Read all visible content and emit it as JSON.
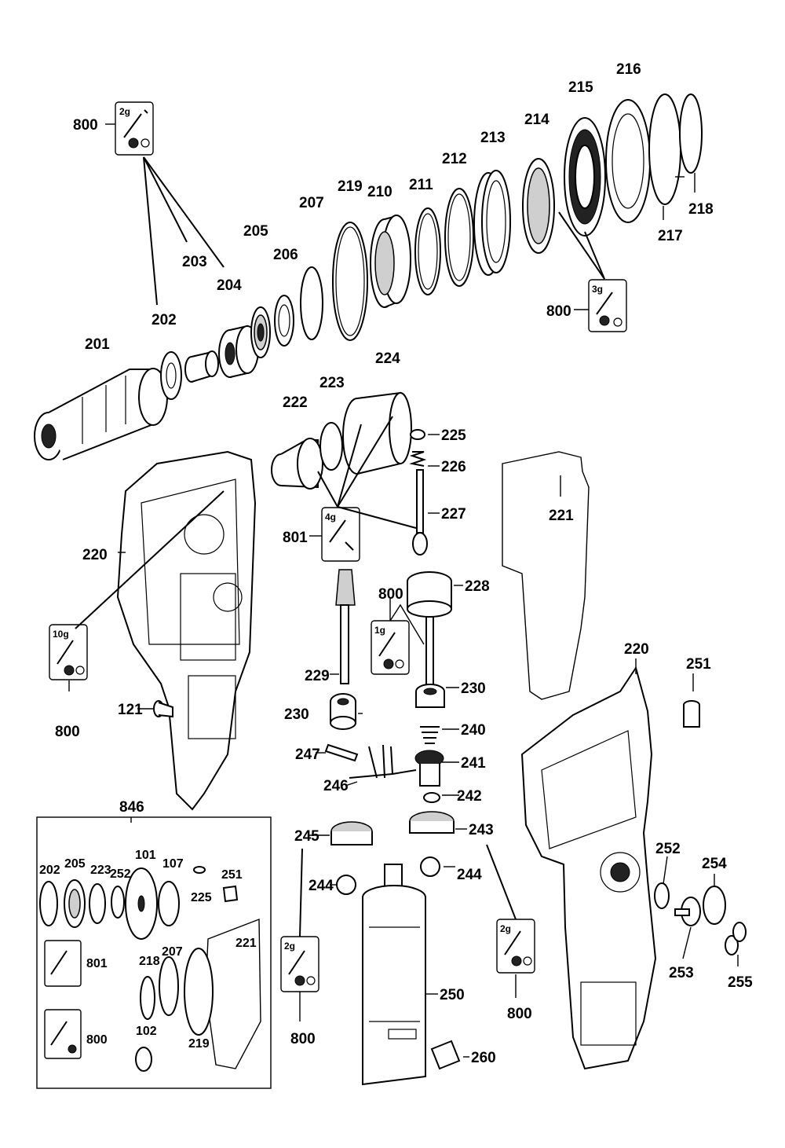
{
  "labels": {
    "l201": "201",
    "l202": "202",
    "l203": "203",
    "l204": "204",
    "l205": "205",
    "l206": "206",
    "l207": "207",
    "l219": "219",
    "l210": "210",
    "l211": "211",
    "l212": "212",
    "l213": "213",
    "l214": "214",
    "l215": "215",
    "l216": "216",
    "l217": "217",
    "l218": "218",
    "l800a": "800",
    "l800b": "800",
    "l800c": "800",
    "l800d": "800",
    "l800e": "800",
    "l800f": "800",
    "l801": "801",
    "l220a": "220",
    "l220b": "220",
    "l221": "221",
    "l222": "222",
    "l223": "223",
    "l224": "224",
    "l225": "225",
    "l226": "226",
    "l227": "227",
    "l228": "228",
    "l229": "229",
    "l230a": "230",
    "l230b": "230",
    "l121": "121",
    "l240": "240",
    "l241": "241",
    "l242": "242",
    "l243": "243",
    "l244a": "244",
    "l244b": "244",
    "l245": "245",
    "l246": "246",
    "l247": "247",
    "l250": "250",
    "l251": "251",
    "l252": "252",
    "l253": "253",
    "l254": "254",
    "l255": "255",
    "l260": "260",
    "l846": "846"
  },
  "kit": {
    "k202": "202",
    "k205": "205",
    "k223": "223",
    "k252": "252",
    "k101": "101",
    "k107": "107",
    "k251": "251",
    "k225": "225",
    "k221": "221",
    "k801": "801",
    "k218": "218",
    "k207": "207",
    "k219": "219",
    "k800": "800",
    "k102": "102"
  },
  "tags": {
    "t2g_a": "2g",
    "t3g": "3g",
    "t4g": "4g",
    "t10g": "10g",
    "t1g": "1g",
    "t2g_b": "2g",
    "t2g_c": "2g"
  }
}
